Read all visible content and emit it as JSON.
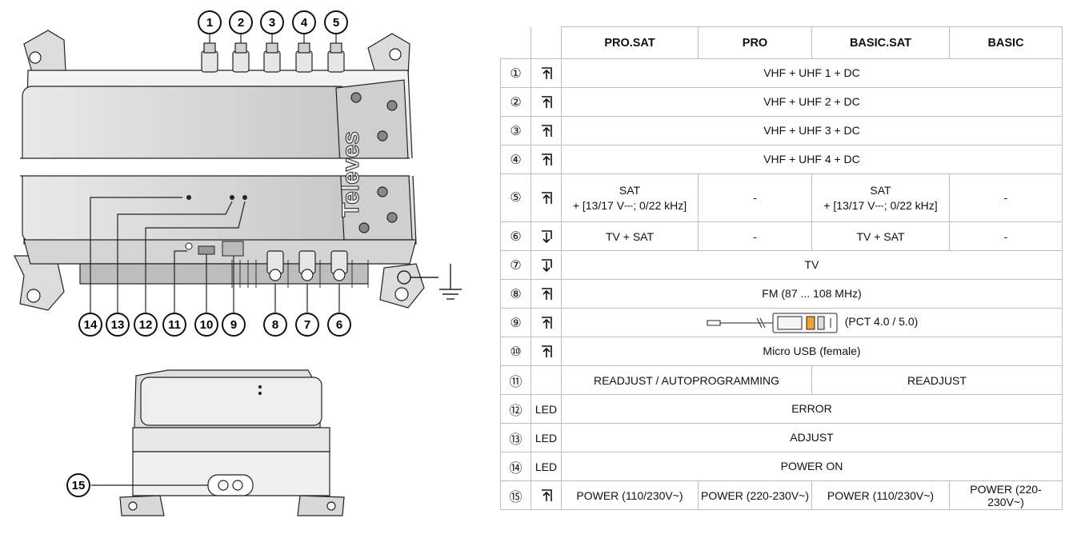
{
  "callouts": {
    "top": [
      "1",
      "2",
      "3",
      "4",
      "5"
    ],
    "bottom": [
      "14",
      "13",
      "12",
      "11",
      "10",
      "9",
      "8",
      "7",
      "6"
    ],
    "side": "15"
  },
  "brand_logo": "Televes",
  "table": {
    "headers": [
      "PRO.SAT",
      "PRO",
      "BASIC.SAT",
      "BASIC"
    ],
    "rows": [
      {
        "num": "①",
        "icon": "arrow-in-icon",
        "span": true,
        "text": "VHF + UHF 1 + DC"
      },
      {
        "num": "②",
        "icon": "arrow-in-icon",
        "span": true,
        "text": "VHF + UHF 2 + DC"
      },
      {
        "num": "③",
        "icon": "arrow-in-icon",
        "span": true,
        "text": "VHF + UHF 3 + DC"
      },
      {
        "num": "④",
        "icon": "arrow-in-icon",
        "span": true,
        "text": "VHF + UHF 4 + DC"
      },
      {
        "num": "⑤",
        "icon": "arrow-in-icon",
        "cells": [
          {
            "l1": "SAT",
            "l2": "+ [13/17 V⎓; 0/22 kHz]"
          },
          {
            "l1": "-"
          },
          {
            "l1": "SAT",
            "l2": "+ [13/17 V⎓; 0/22 kHz]"
          },
          {
            "l1": "-"
          }
        ]
      },
      {
        "num": "⑥",
        "icon": "arrow-out-icon",
        "cells": [
          "TV + SAT",
          "-",
          "TV + SAT",
          "-"
        ]
      },
      {
        "num": "⑦",
        "icon": "arrow-out-icon",
        "span": true,
        "text": "TV"
      },
      {
        "num": "⑧",
        "icon": "arrow-in-icon",
        "span": true,
        "text": "FM (87 ... 108 MHz)"
      },
      {
        "num": "⑨",
        "icon": "arrow-in-icon",
        "span": true,
        "text": "(PCT 4.0 / 5.0)"
      },
      {
        "num": "⑩",
        "icon": "arrow-in-icon",
        "span": true,
        "text": "Micro USB  (female)"
      },
      {
        "num": "⑪",
        "icon": "",
        "pair": [
          "READJUST / AUTOPROGRAMMING",
          "READJUST"
        ]
      },
      {
        "num": "⑫",
        "icon": "LED",
        "span": true,
        "text": "ERROR"
      },
      {
        "num": "⑬",
        "icon": "LED",
        "span": true,
        "text": "ADJUST"
      },
      {
        "num": "⑭",
        "icon": "LED",
        "span": true,
        "text": "POWER ON"
      },
      {
        "num": "⑮",
        "icon": "arrow-in-icon",
        "cells": [
          "POWER (110/230V~)",
          "POWER (220-230V~)",
          "POWER (110/230V~)",
          "POWER (220-230V~)"
        ]
      }
    ]
  }
}
